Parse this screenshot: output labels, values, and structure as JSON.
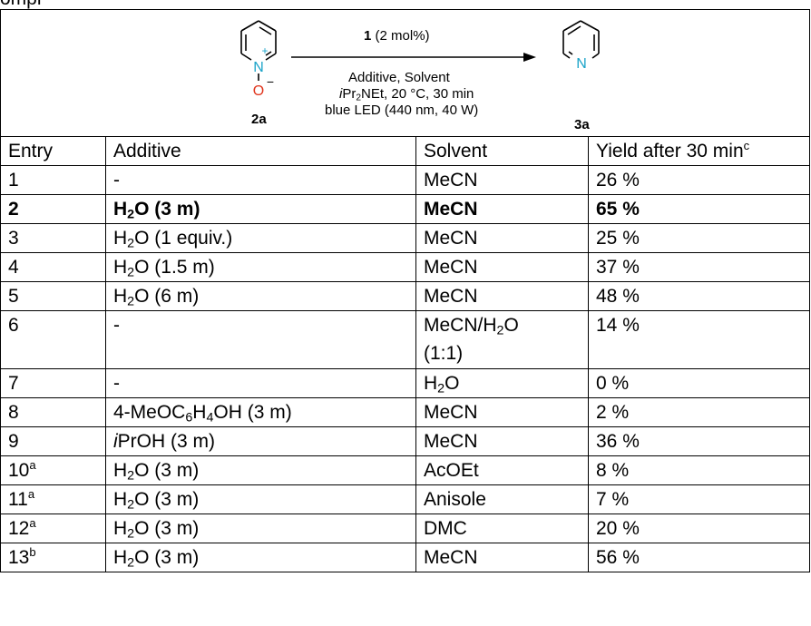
{
  "caption_fragment": "ompl",
  "scheme": {
    "reactant": {
      "label": "2a",
      "n_atom": "N",
      "n_charge": "+",
      "o_atom": "O",
      "o_charge": "−"
    },
    "product": {
      "label": "3a",
      "n_atom": "N"
    },
    "catalyst_number": "1",
    "catalyst_loading": "(2 mol%)",
    "condition_line1": "Additive, Solvent",
    "condition_line2_italic": "i",
    "condition_line2_pr": "Pr",
    "condition_line2_sub": "2",
    "condition_line2_rest": "NEt, 20 °C, 30 min",
    "condition_line3": "blue LED (440 nm, 40 W)",
    "colors": {
      "nitrogen": "#1aa3c8",
      "oxygen": "#e0341c",
      "bond": "#000000"
    }
  },
  "table": {
    "headers": {
      "entry": "Entry",
      "additive": "Additive",
      "solvent": "Solvent",
      "yield": "Yield after 30 min",
      "yield_sup": "c"
    },
    "rows": [
      {
        "entry": "1",
        "entry_sup": "",
        "add_pre": "-",
        "add_sub": "",
        "add_post": "",
        "solvent": "MeCN",
        "yield": "26 %"
      },
      {
        "entry": "2",
        "entry_sup": "",
        "add_pre": "H",
        "add_sub": "2",
        "add_post": "O (3 m)",
        "solvent": "MeCN",
        "yield": "65 %"
      },
      {
        "entry": "3",
        "entry_sup": "",
        "add_pre": "H",
        "add_sub": "2",
        "add_post": "O (1 equiv.)",
        "solvent": "MeCN",
        "yield": "25 %"
      },
      {
        "entry": "4",
        "entry_sup": "",
        "add_pre": "H",
        "add_sub": "2",
        "add_post": "O (1.5 m)",
        "solvent": "MeCN",
        "yield": "37 %"
      },
      {
        "entry": "5",
        "entry_sup": "",
        "add_pre": "H",
        "add_sub": "2",
        "add_post": "O (6 m)",
        "solvent": "MeCN",
        "yield": "48 %"
      },
      {
        "entry": "6",
        "entry_sup": "",
        "add_pre": "-",
        "add_sub": "",
        "add_post": "",
        "sol_pre": "MeCN/H",
        "sol_sub": "2",
        "sol_post": "O",
        "sol_line2": "(1:1)",
        "yield": "14 %"
      },
      {
        "entry": "7",
        "entry_sup": "",
        "add_pre": "-",
        "add_sub": "",
        "add_post": "",
        "sol_pre": "H",
        "sol_sub": "2",
        "sol_post": "O",
        "yield": "0 %"
      },
      {
        "entry": "8",
        "entry_sup": "",
        "add_pre": "4-MeOC",
        "add_sub": "6",
        "add_mid": "H",
        "add_sub2": "4",
        "add_post": "OH (3 m)",
        "solvent": "MeCN",
        "yield": "2 %"
      },
      {
        "entry": "9",
        "entry_sup": "",
        "add_ital": "i",
        "add_pre": "PrOH (3 m)",
        "solvent": "MeCN",
        "yield": "36 %"
      },
      {
        "entry": "10",
        "entry_sup": "a",
        "add_pre": "H",
        "add_sub": "2",
        "add_post": "O (3 m)",
        "solvent": "AcOEt",
        "yield": "8 %"
      },
      {
        "entry": "11",
        "entry_sup": "a",
        "add_pre": "H",
        "add_sub": "2",
        "add_post": "O (3 m)",
        "solvent": "Anisole",
        "yield": "7 %"
      },
      {
        "entry": "12",
        "entry_sup": "a",
        "add_pre": "H",
        "add_sub": "2",
        "add_post": "O (3 m)",
        "solvent": "DMC",
        "yield": "20 %"
      },
      {
        "entry": "13",
        "entry_sup": "b",
        "add_pre": "H",
        "add_sub": "2",
        "add_post": "O (3 m)",
        "solvent": "MeCN",
        "yield": "56 %"
      }
    ]
  }
}
